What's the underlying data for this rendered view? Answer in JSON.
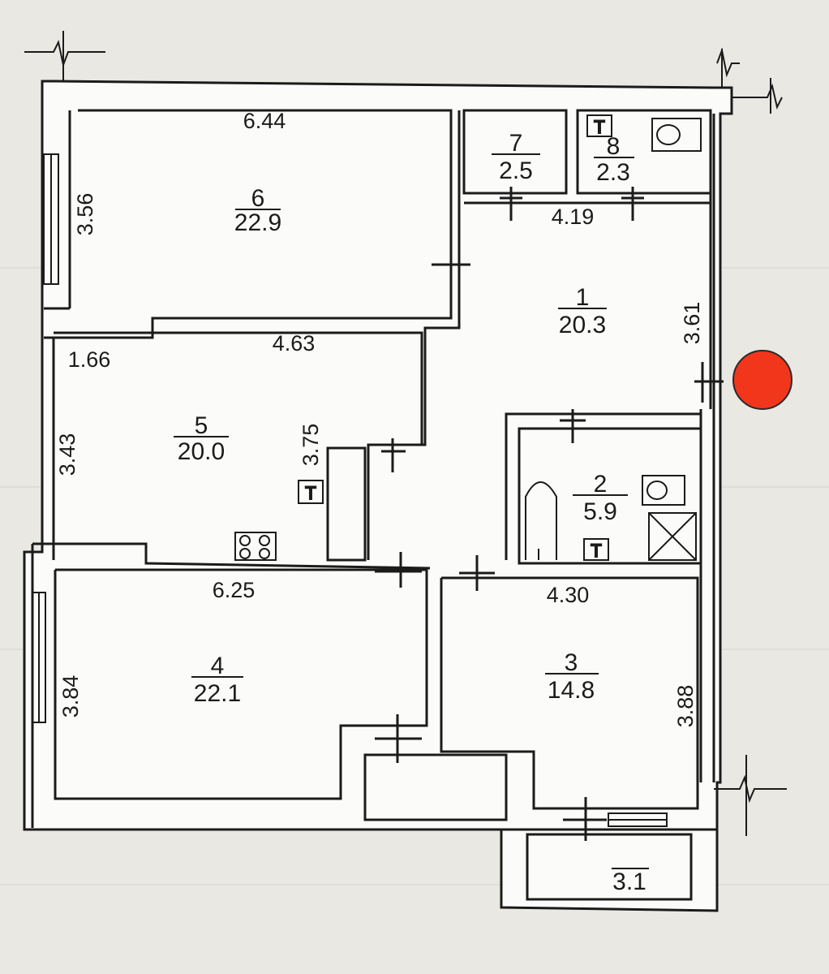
{
  "rooms": [
    {
      "number": "1",
      "area": "20.3"
    },
    {
      "number": "2",
      "area": "5.9"
    },
    {
      "number": "3",
      "area": "14.8"
    },
    {
      "number": "4",
      "area": "22.1"
    },
    {
      "number": "5",
      "area": "20.0"
    },
    {
      "number": "6",
      "area": "22.9"
    },
    {
      "number": "7",
      "area": "2.5"
    },
    {
      "number": "8",
      "area": "2.3"
    }
  ],
  "balcony_area": "3.1",
  "dimensions": {
    "d644": "6.44",
    "d356": "3.56",
    "d419": "4.19",
    "d361": "3.61",
    "d463": "4.63",
    "d166": "1.66",
    "d343": "3.43",
    "d375": "3.75",
    "d625": "6.25",
    "d430": "4.30",
    "d384": "3.84",
    "d388": "3.88"
  },
  "fixture_labels": {
    "t": "T"
  },
  "colors": {
    "paper": "#e9e8e3",
    "line": "#1b1b1b",
    "marker": "#f2361c"
  }
}
